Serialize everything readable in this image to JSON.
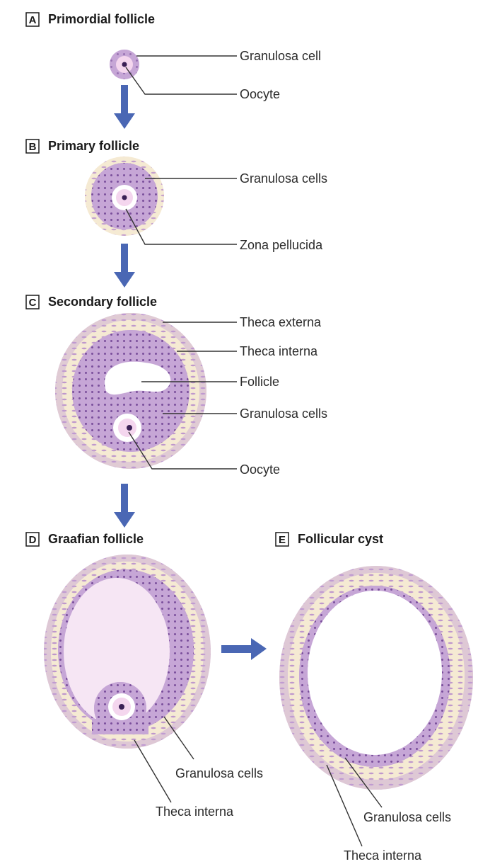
{
  "panels": {
    "a": {
      "letter": "A",
      "title": "Primordial follicle",
      "labels": [
        "Granulosa cell",
        "Oocyte"
      ]
    },
    "b": {
      "letter": "B",
      "title": "Primary follicle",
      "labels": [
        "Granulosa cells",
        "Zona pellucida"
      ]
    },
    "c": {
      "letter": "C",
      "title": "Secondary follicle",
      "labels": [
        "Theca externa",
        "Theca interna",
        "Follicle",
        "Granulosa cells",
        "Oocyte"
      ]
    },
    "d": {
      "letter": "D",
      "title": "Graafian follicle",
      "labels": [
        "Granulosa cells",
        "Theca interna"
      ]
    },
    "e": {
      "letter": "E",
      "title": "Follicular cyst",
      "labels": [
        "Granulosa cells",
        "Theca interna"
      ]
    }
  },
  "colors": {
    "granulosa": "#c6a6d6",
    "granulosa_edge": "#a983c1",
    "nucleus": "#7a4f9c",
    "theca": "#f5ead3",
    "theca_cell": "#b98fcb",
    "antrum": "#f6e6f4",
    "oocyte": "#f4d6ee",
    "oocyte_nucleus": "#3a1f55",
    "zona": "#ffffff",
    "arrow": "#4a67b4"
  }
}
